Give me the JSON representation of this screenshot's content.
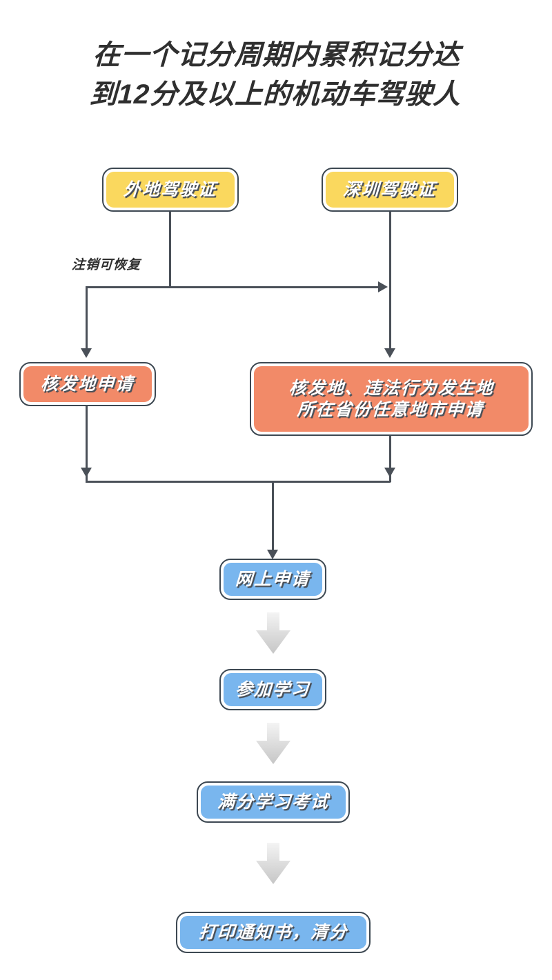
{
  "title": {
    "line1": "在一个记分周期内累积记分达",
    "line2": "到12分及以上的机动车驾驶人"
  },
  "colors": {
    "yellow": "#fad85e",
    "orange": "#f28a68",
    "blue": "#79b6ee",
    "outline": "#3d4852",
    "connector": "#4a5058",
    "arrow_block_light": "#f2f2f2",
    "arrow_block_dark": "#c9c9c9",
    "text": "#ffffff",
    "title_text": "#2f2f2f",
    "background": "#ffffff"
  },
  "nodes": {
    "license_outside": "外地驾驶证",
    "license_shenzhen": "深圳驾驶证",
    "apply_issuing_place": "核发地申请",
    "apply_any_city": "核发地、违法行为发生地\n所在省份任意地市申请",
    "online_application": "网上申请",
    "attend_study": "参加学习",
    "full_mark_exam": "满分学习考试",
    "print_notice": "打印通知书，清分"
  },
  "edges": {
    "cancel_restore_label": "注销可恢复"
  },
  "icons": {
    "flow_arrow": "arrow-down-icon",
    "connector_arrowhead_down": "arrowhead-down-icon",
    "connector_arrowhead_right": "arrowhead-right-icon"
  }
}
